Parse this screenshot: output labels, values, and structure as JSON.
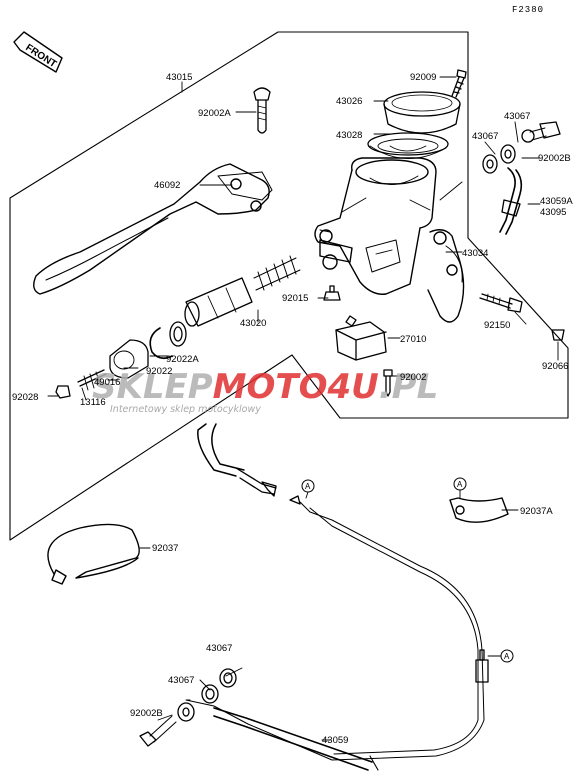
{
  "diagram_code": "F2380",
  "direction_badge": "FRONT",
  "callout_ref": "A",
  "watermark": {
    "brand_gray": "SKLEP",
    "brand_red": "MOTO",
    "brand_digits": "4U",
    "brand_tld": ".PL",
    "subtitle": "Internetowy sklep motocyklowy"
  },
  "colors": {
    "line": "#000000",
    "watermark_red": "#e03030",
    "watermark_gray": "#b0b0b0"
  },
  "parts": {
    "p43015": "43015",
    "p92009": "92009",
    "p43026": "43026",
    "p43028": "43028",
    "p43067_a": "43067",
    "p43067_b": "43067",
    "p92002B_a": "92002B",
    "p92002A_top": "92002A",
    "p46092": "46092",
    "p43059A": "43059A",
    "p43095": "43095",
    "p43034": "43034",
    "p92015": "92015",
    "p43020": "43020",
    "p92150": "92150",
    "p92066": "92066",
    "p27010": "27010",
    "p92022A": "92022A",
    "p92022": "92022",
    "p49016": "49016",
    "p92028": "92028",
    "p13116": "13116",
    "p92002": "92002",
    "p92037A": "92037A",
    "p92037": "92037",
    "p43067_c": "43067",
    "p43067_d": "43067",
    "p92002B_b": "92002B",
    "p43059": "43059"
  }
}
